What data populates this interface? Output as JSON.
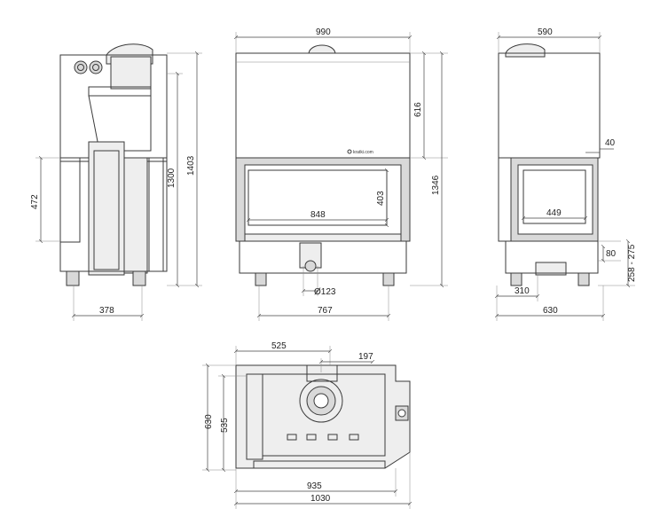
{
  "brand": "kratki.com",
  "dimensions": {
    "side_left": {
      "depth": "378",
      "overall_height": "1403",
      "body_height": "1300",
      "door_height": "472"
    },
    "front": {
      "width_total": "990",
      "top_section": "616",
      "overall_height": "1346",
      "glass_height": "403",
      "glass_width": "848",
      "flue_diameter": "Ø123",
      "base_width": "767"
    },
    "side_right": {
      "width_total": "590",
      "offset": "40",
      "glass_width": "449",
      "leg_height": "80",
      "leg_range": "258 - 275",
      "leg_offset": "310",
      "base_width": "630"
    },
    "top_view": {
      "width_partial": "525",
      "flue_offset": "197",
      "depth_total": "630",
      "depth_inner": "535",
      "width_inner": "935",
      "width_total": "1030"
    }
  }
}
